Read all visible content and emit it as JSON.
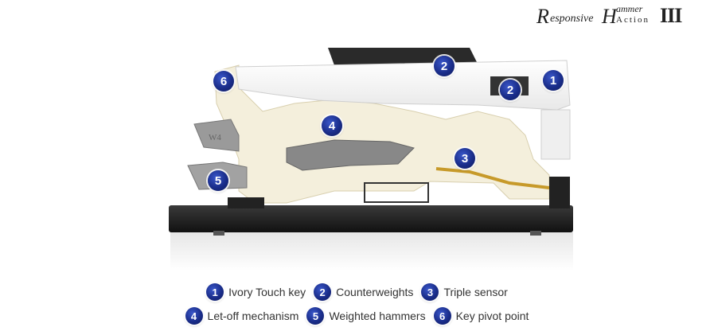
{
  "logo": {
    "r": "R",
    "esponsive": "esponsive",
    "h": "H",
    "ammer": "ammer",
    "action": "Action",
    "numeral": "III"
  },
  "callouts": [
    {
      "number": "1",
      "label": "Ivory Touch key"
    },
    {
      "number": "2",
      "label": "Counterweights"
    },
    {
      "number": "3",
      "label": "Triple sensor"
    },
    {
      "number": "4",
      "label": "Let-off mechanism"
    },
    {
      "number": "5",
      "label": "Weighted hammers"
    },
    {
      "number": "6",
      "label": "Key pivot point"
    }
  ],
  "hammer_engraving": "W4",
  "colors": {
    "badge": "#1a2d8a",
    "key_body": "#f4efdc",
    "base": "#1b1b1b"
  }
}
